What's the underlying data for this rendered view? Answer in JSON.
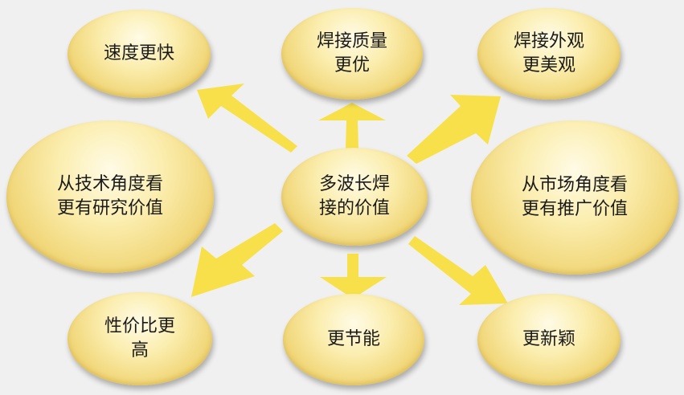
{
  "diagram": {
    "center": {
      "label": "多波长焊\n接的价值"
    },
    "nodes": [
      {
        "id": "faster",
        "label": "速度更快"
      },
      {
        "id": "better-quality",
        "label": "焊接质量\n更优"
      },
      {
        "id": "better-appearance",
        "label": "焊接外观\n更美观"
      },
      {
        "id": "tech-value",
        "label": "从技术角度看\n更有研究价值"
      },
      {
        "id": "market-value",
        "label": "从市场角度看\n更有推广价值"
      },
      {
        "id": "cost-performance",
        "label": "性价比更\n高"
      },
      {
        "id": "energy-saving",
        "label": "更节能"
      },
      {
        "id": "newer",
        "label": "更新颖"
      }
    ],
    "colors": {
      "bubble": "#f1d77a",
      "arrow": "#f8e04a",
      "background": "#f0f0f0"
    }
  }
}
